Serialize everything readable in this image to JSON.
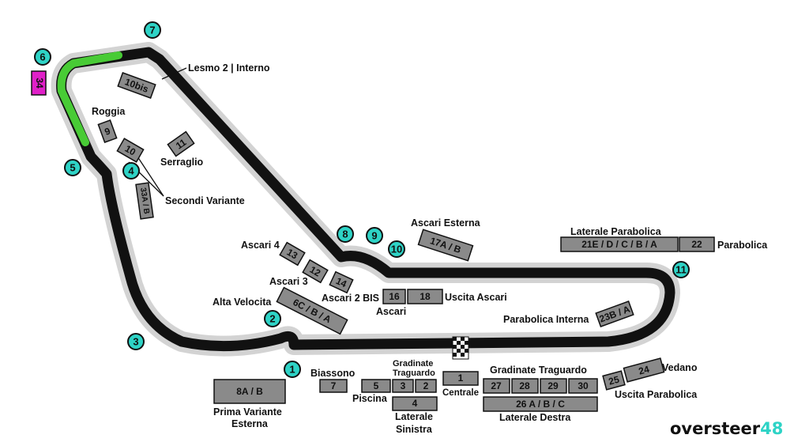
{
  "colors": {
    "track": "#111111",
    "track_runoff": "#d3d3d3",
    "drs_highlight": "#4fe03a",
    "turn_marker": "#2ed3c6",
    "grandstand": "#8a8a8a",
    "featured_grandstand": "#e020c8",
    "brand_accent": "#2ed3c6"
  },
  "turns": [
    "1",
    "2",
    "3",
    "4",
    "5",
    "6",
    "7",
    "8",
    "9",
    "10",
    "11"
  ],
  "grandstands": {
    "g34": "34",
    "g10bis": "10bis",
    "g9": "9",
    "g10": "10",
    "g11": "11",
    "g33": "33A / B",
    "g13": "13",
    "g12": "12",
    "g14": "14",
    "g6c": "6C / B / A",
    "g16": "16",
    "g18": "18",
    "g17": "17A / B",
    "g21": "21E / D / C / B / A",
    "g22": "22",
    "g23": "23B / A",
    "g8": "8A / B",
    "g7": "7",
    "g5": "5",
    "g3": "3",
    "g2": "2",
    "g4": "4",
    "g1": "1",
    "g27": "27",
    "g28": "28",
    "g29": "29",
    "g30": "30",
    "g26": "26 A / B / C",
    "g25": "25",
    "g24": "24"
  },
  "labels": {
    "lesmo": "Lesmo 2 | Interno",
    "roggia": "Roggia",
    "serraglio": "Serraglio",
    "secondi": "Secondi Variante",
    "ascari_esterna": "Ascari Esterna",
    "laterale_parabolica": "Laterale Parabolica",
    "parabolica": "Parabolica",
    "ascari4": "Ascari 4",
    "ascari3": "Ascari 3",
    "ascari2bis": "Ascari 2 BIS",
    "uscita_ascari": "Uscita Ascari",
    "ascari": "Ascari",
    "alta_velocita": "Alta Velocita",
    "parabolica_interna": "Parabolica Interna",
    "biassono": "Biassono",
    "gradinate_traguardo_small_1": "Gradinate",
    "gradinate_traguardo_small_2": "Traguardo",
    "gradinate_traguardo": "Gradinate Traguardo",
    "vedano": "Vedano",
    "piscina": "Piscina",
    "centrale": "Centrale",
    "uscita_parabolica": "Uscita Parabolica",
    "prima_variante_1": "Prima Variante",
    "prima_variante_2": "Esterna",
    "laterale_sinistra_1": "Laterale",
    "laterale_sinistra_2": "Sinistra",
    "laterale_destra": "Laterale Destra"
  },
  "brand": {
    "name": "oversteer",
    "number": "48"
  }
}
